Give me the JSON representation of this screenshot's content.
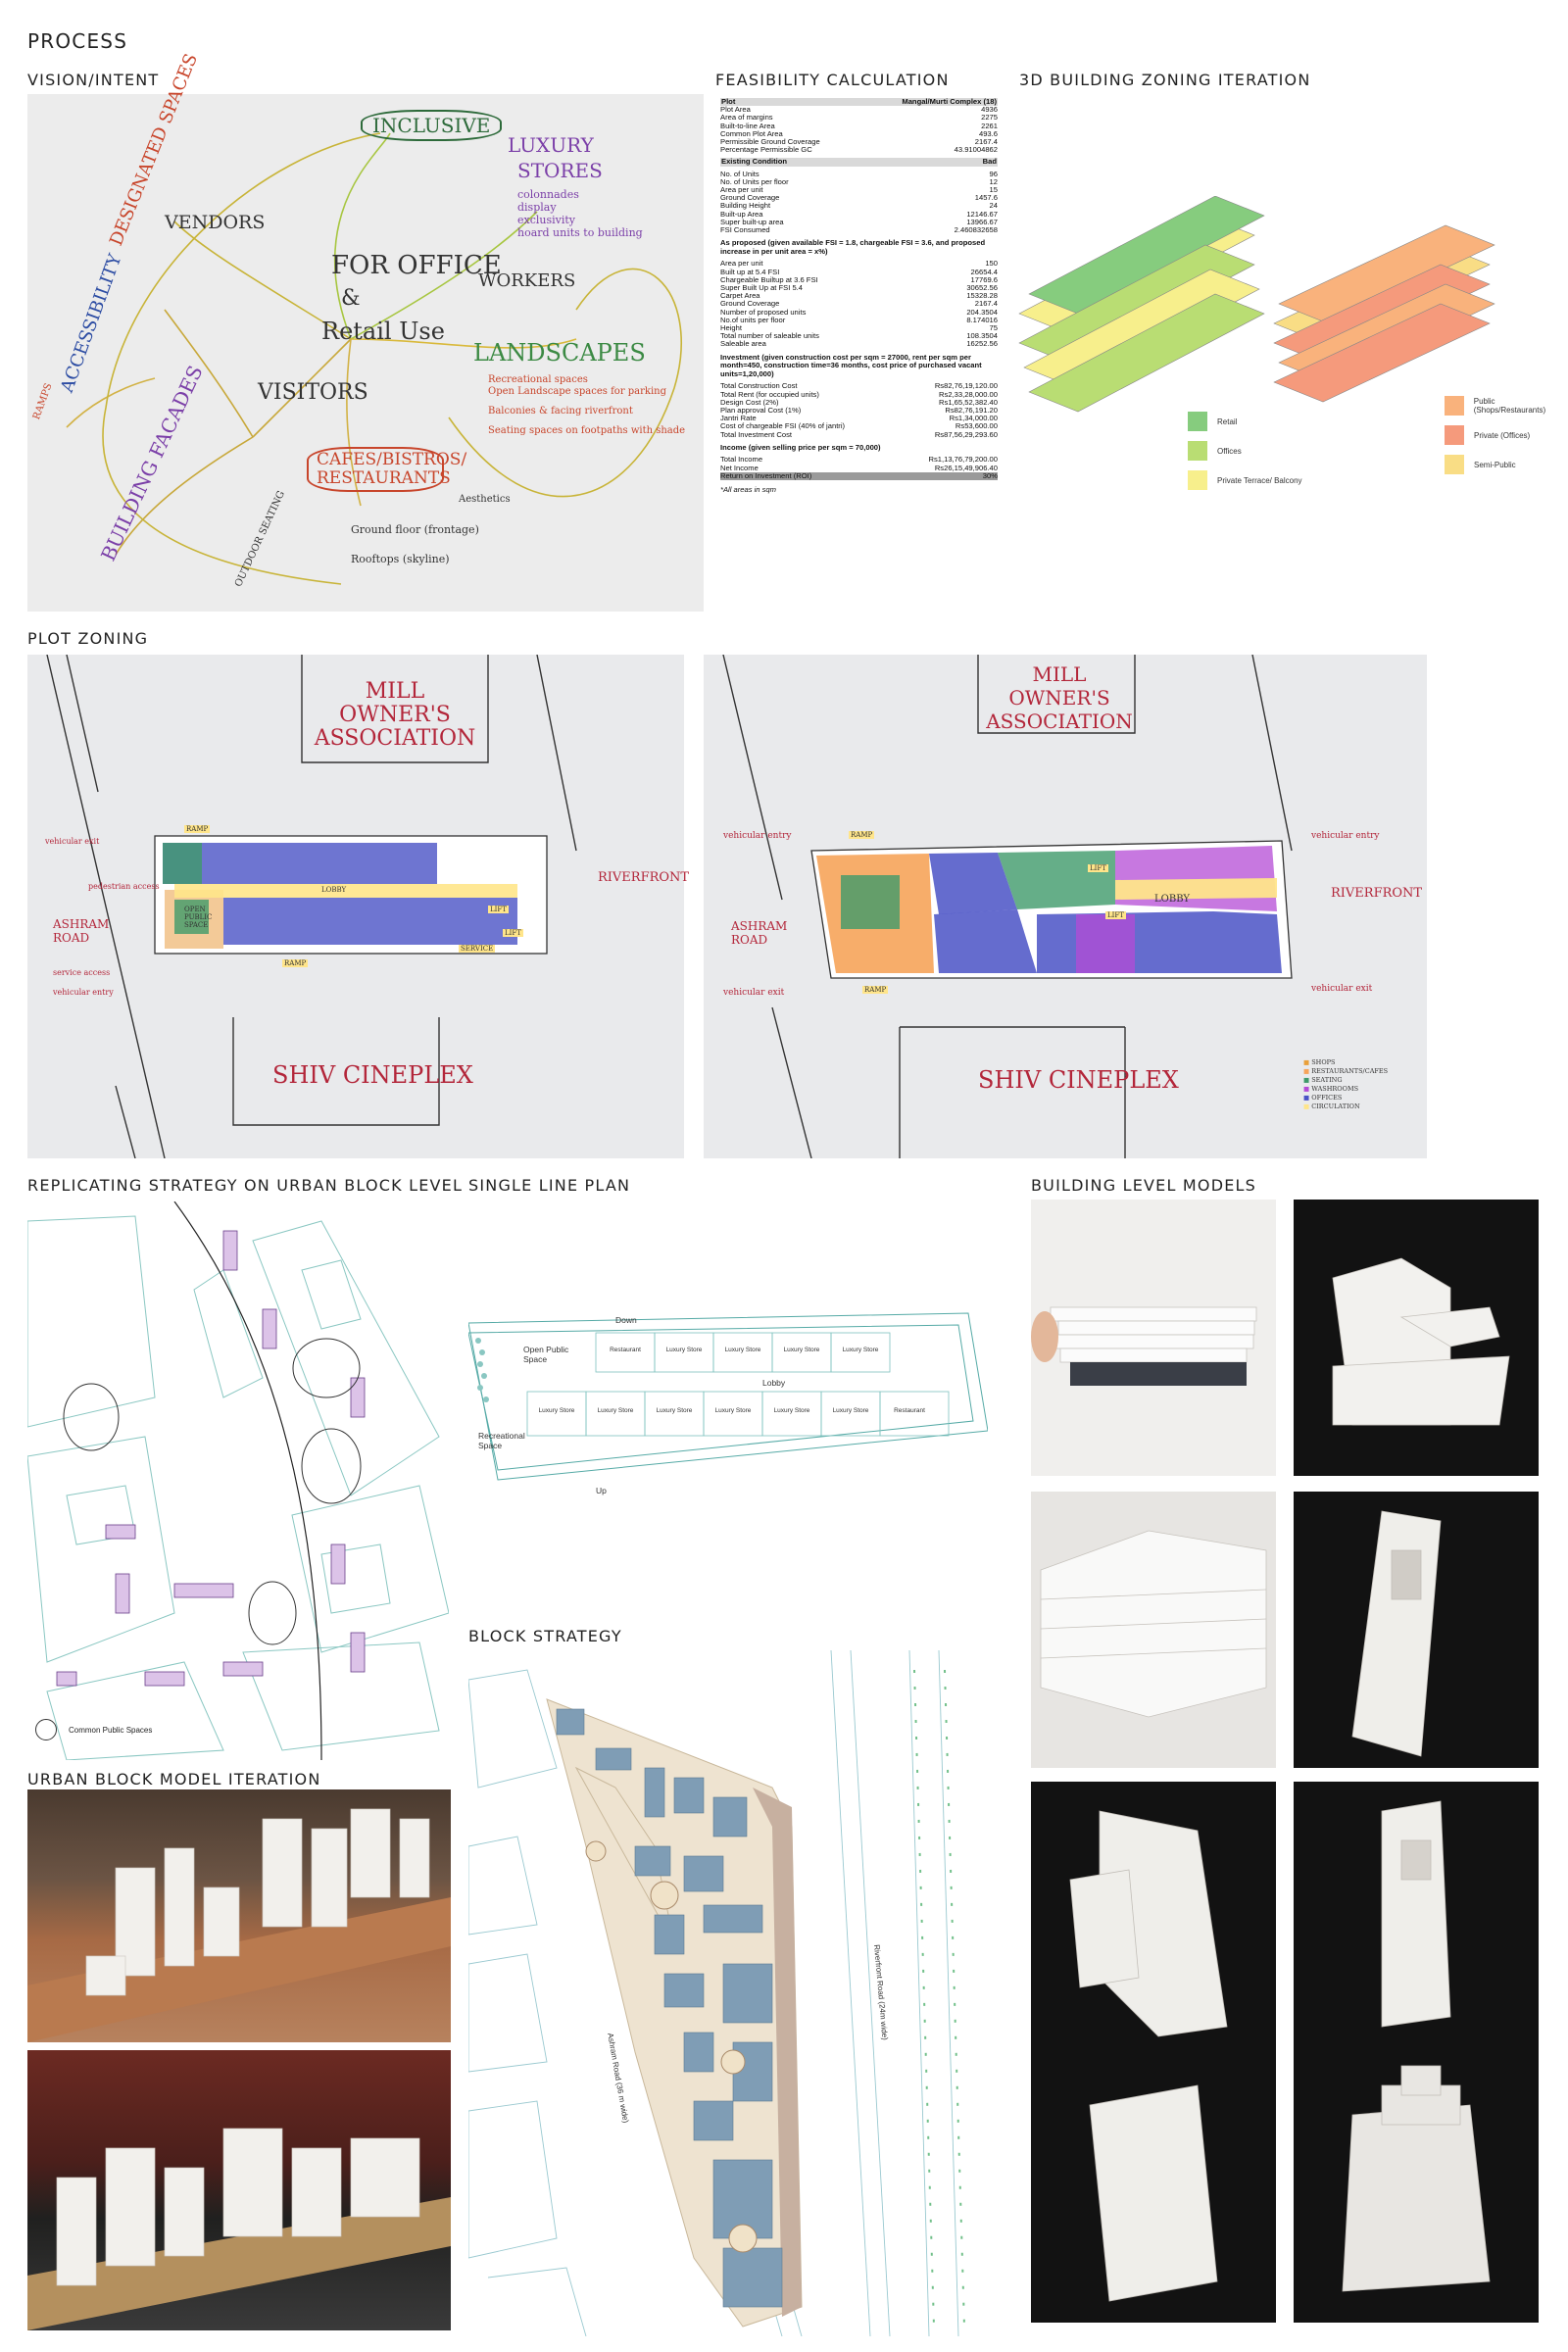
{
  "page": {
    "title": "PROCESS",
    "sections": {
      "vision": "VISION/INTENT",
      "feasibility": "FEASIBILITY CALCULATION",
      "zoning3d": "3D BUILDING ZONING ITERATION",
      "plot": "PLOT ZONING",
      "replicating": "REPLICATING STRATEGY ON URBAN BLOCK LEVEL",
      "single_line": "SINGLE LINE PLAN",
      "building_models": "BUILDING LEVEL MODELS",
      "block_strategy": "BLOCK STRATEGY",
      "urban_model": "URBAN BLOCK MODEL ITERATION"
    }
  },
  "mindmap": {
    "center": "FOR OFFICE & RETAIL USE",
    "inclusive": "INCLUSIVE",
    "luxury": "LUXURY STORES",
    "luxury_notes": [
      "colonnades",
      "display",
      "exclusivity",
      "hoard units to building"
    ],
    "designated": "DESIGNATED SPACES",
    "vendors": "VENDORS",
    "workers": "WORKERS",
    "accessibility": "ACCESSIBILITY",
    "landscapes": "LANDSCAPES",
    "landscape_notes": [
      "Recreational spaces",
      "Open Landscape spaces for parking",
      "Balconies & facing riverfront",
      "Seating spaces on footpaths with shade"
    ],
    "visitors": "VISITORS",
    "facades": "BUILDING FACADES",
    "cafes": "CAFES/BISTROS/ RESTAURANTS",
    "cafe_notes": [
      "Ground floor (frontage)",
      "Rooftops (skyline)",
      "Aesthetics"
    ],
    "ramps": "RAMPS",
    "outdoor": "OUTDOOR SEATING"
  },
  "feasibility": {
    "plot_header": [
      "Plot",
      "Mangal/Murti Complex (18)"
    ],
    "plot_rows": [
      [
        "Plot Area",
        "4936"
      ],
      [
        "Area of margins",
        "2275"
      ],
      [
        "Built-to-line Area",
        "2261"
      ],
      [
        "Common Plot Area",
        "493.6"
      ],
      [
        "Permissible Ground Coverage",
        "2167.4"
      ],
      [
        "Percentage Permissible GC",
        "43.91004862"
      ]
    ],
    "existing_header": [
      "Existing Condition",
      "Bad"
    ],
    "existing_rows": [
      [
        "No. of Units",
        "96"
      ],
      [
        "No. of Units per floor",
        "12"
      ],
      [
        "Area per unit",
        "15"
      ],
      [
        "Ground Coverage",
        "1457.6"
      ],
      [
        "Building Height",
        "24"
      ],
      [
        "Built-up Area",
        "12146.67"
      ],
      [
        "Super built-up area",
        "13966.67"
      ],
      [
        "FSI Consumed",
        "2.460832658"
      ]
    ],
    "proposed_header": "As proposed (given available FSI = 1.8, chargeable FSI = 3.6, and proposed increase in per unit area = x%)",
    "proposed_rows": [
      [
        "Area per unit",
        "150"
      ],
      [
        "Built up at 5.4 FSI",
        "26654.4"
      ],
      [
        "Chargeable Builtup at 3.6 FSI",
        "17769.6"
      ],
      [
        "Super Built Up at FSI 5.4",
        "30652.56"
      ],
      [
        "Carpet Area",
        "15328.28"
      ],
      [
        "Ground Coverage",
        "2167.4"
      ],
      [
        "Number of proposed units",
        "204.3504"
      ],
      [
        "No.of units per floor",
        "8.174016"
      ],
      [
        "Height",
        "75"
      ],
      [
        "Total number of saleable units",
        "108.3504"
      ],
      [
        "Saleable area",
        "16252.56"
      ]
    ],
    "investment_header": "Investment (given construction cost per sqm = 27000, rent per sqm per month=450, construction time=36 months, cost price of purchased vacant units=1,20,000)",
    "investment_rows": [
      [
        "Total Construction Cost",
        "Rs82,76,19,120.00"
      ],
      [
        "Total Rent (for occupied units)",
        "Rs2,33,28,000.00"
      ],
      [
        "Design Cost (2%)",
        "Rs1,65,52,382.40"
      ],
      [
        "Plan approval Cost (1%)",
        "Rs82,76,191.20"
      ],
      [
        "Jantri Rate",
        "Rs1,34,000.00"
      ],
      [
        "Cost of chargeable FSI (40% of jantri)",
        "Rs53,600.00"
      ],
      [
        "Total Investment Cost",
        "Rs87,56,29,293.60"
      ]
    ],
    "income_header": "Income (given selling price per sqm = 70,000)",
    "income_rows": [
      [
        "Total Income",
        "Rs1,13,76,79,200.00"
      ],
      [
        "Net Income",
        "Rs26,15,49,906.40"
      ]
    ],
    "roi": [
      "Return on Investment (ROI)",
      "30%"
    ],
    "note": "*All areas in sqm"
  },
  "zoning3d": {
    "legend_a": [
      {
        "label": "Retail",
        "color": "#86cc7e"
      },
      {
        "label": "Offices",
        "color": "#b9dd73"
      },
      {
        "label": "Private Terrace/ Balcony",
        "color": "#f7ef8c"
      }
    ],
    "legend_b": [
      {
        "label": "Public (Shops/Restaurants)",
        "color": "#f9b27c"
      },
      {
        "label": "Private (Offices)",
        "color": "#f59a7c"
      },
      {
        "label": "Semi-Public",
        "color": "#f9dd85"
      }
    ]
  },
  "plot_zoning": {
    "mill": "MILL OWNER'S ASSOCIATION",
    "shiv": "SHIV CINEPLEX",
    "riverfront": "RIVERFRONT",
    "ashram": "ASHRAM ROAD",
    "left_notes": [
      "vehicular exit",
      "pedestrian access",
      "service access",
      "vehicular entry"
    ],
    "right_notes": [
      "vehicular entry",
      "vehicular exit"
    ],
    "tags": [
      "RAMP",
      "RAMP",
      "LOBBY",
      "LIFT",
      "LIFT",
      "SERVICE"
    ],
    "open_space": "OPEN PUBLIC SPACE",
    "legend": [
      "SHOPS",
      "RESTAURANTS/CAFES",
      "SEATING",
      "WASHROOMS",
      "OFFICES",
      "CIRCULATION"
    ]
  },
  "replicating": {
    "legend": "Common Public Spaces"
  },
  "single_line": {
    "down": "Down",
    "up": "Up",
    "lobby": "Lobby",
    "open_space": "Open Public Space",
    "recreational": "Recreational Space",
    "top_units": [
      "Restaurant",
      "Luxury Store",
      "Luxury Store",
      "Luxury Store",
      "Luxury Store"
    ],
    "bottom_units": [
      "Luxury Store",
      "Luxury Store",
      "Luxury Store",
      "Luxury Store",
      "Luxury Store",
      "Luxury Store",
      "Restaurant"
    ]
  },
  "block": {
    "ashram_road": "Ashram Road (36 m wide)",
    "riverfront_road": "Riverfront Road (24m wide)"
  }
}
